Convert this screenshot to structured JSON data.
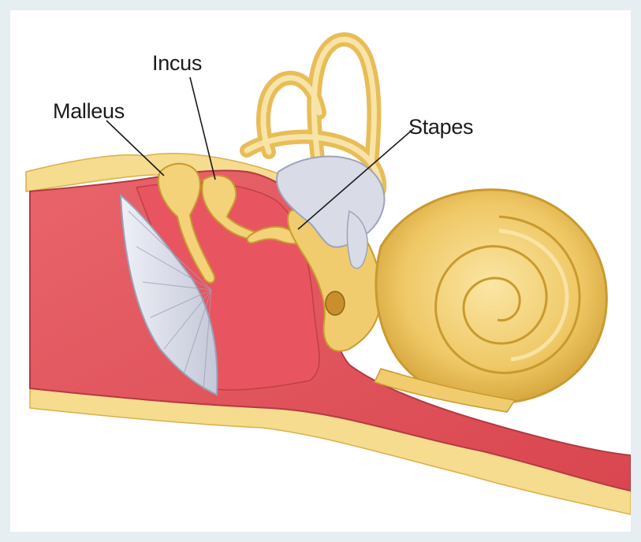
{
  "diagram": {
    "labels": {
      "incus": "Incus",
      "malleus": "Malleus",
      "stapes": "Stapes"
    },
    "colors": {
      "background_border": "#e6eef2",
      "canvas": "#ffffff",
      "bone": "#f3d27a",
      "bone_dark": "#c99a2e",
      "tissue": "#e55a63",
      "tissue_dark": "#b93b44",
      "membrane": "#d8dbe8",
      "vestibule": "#d9dbe6",
      "label_text": "#1b1b1b"
    }
  }
}
